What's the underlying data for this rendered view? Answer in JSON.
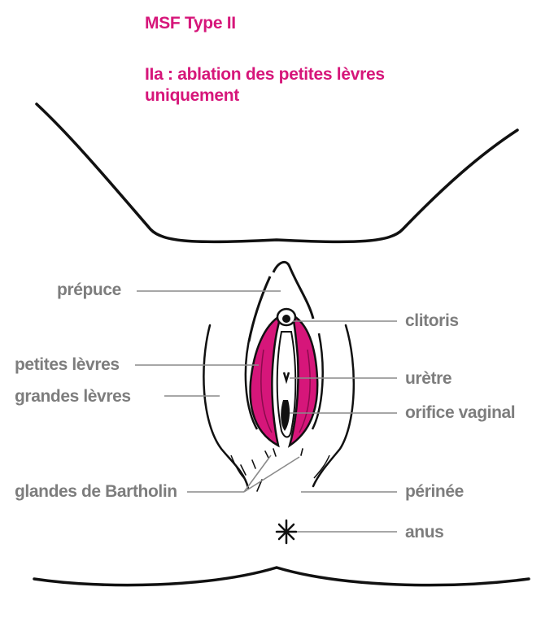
{
  "header": {
    "title": "MSF Type II",
    "subtitle_line1": "IIa : ablation des petites lèvres",
    "subtitle_line2": "uniquement"
  },
  "labels": {
    "prepuce": "prépuce",
    "petites_levres": "petites lèvres",
    "grandes_levres": "grandes lèvres",
    "glandes_bartholin": "glandes de Bartholin",
    "clitoris": "clitoris",
    "uretre": "urètre",
    "orifice_vaginal": "orifice vaginal",
    "perinee": "périnée",
    "anus": "anus"
  },
  "colors": {
    "accent": "#d6167a",
    "label_gray": "#7d7d7d",
    "line_gray": "#8a8a8a",
    "outline": "#111111"
  }
}
